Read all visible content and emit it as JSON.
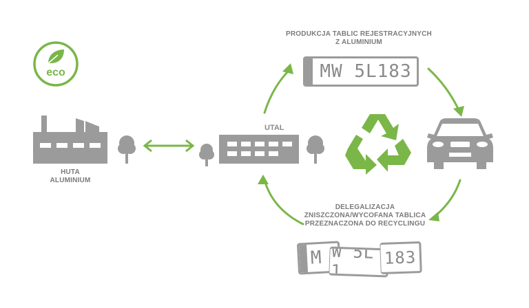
{
  "eco_badge": {
    "text": "eco",
    "icon": "leaf-icon",
    "color": "#7ab648"
  },
  "smelter": {
    "label_line1": "HUTA",
    "label_line2": "ALUMINIUM"
  },
  "utal": {
    "name": "UTAL"
  },
  "production": {
    "label_line1": "PRODUKCJA TABLIC REJESTRACYJNYCH",
    "label_line2": "Z ALUMINIUM"
  },
  "plate": {
    "number": "MW 5L183"
  },
  "recycling": {
    "label_line1": "DELEGALIZACJA",
    "label_line2": "ZNISZCZONA/WYCOFANA TABLICA",
    "label_line3": "PRZEZNACZONA DO RECYCLINGU"
  },
  "broken_plates": {
    "left_text": "M",
    "middle_text": "W 5L 1",
    "right_text": "183"
  },
  "colors": {
    "accent": "#7ab648",
    "gray": "#9b9b9b",
    "text": "#7a7a7a"
  }
}
